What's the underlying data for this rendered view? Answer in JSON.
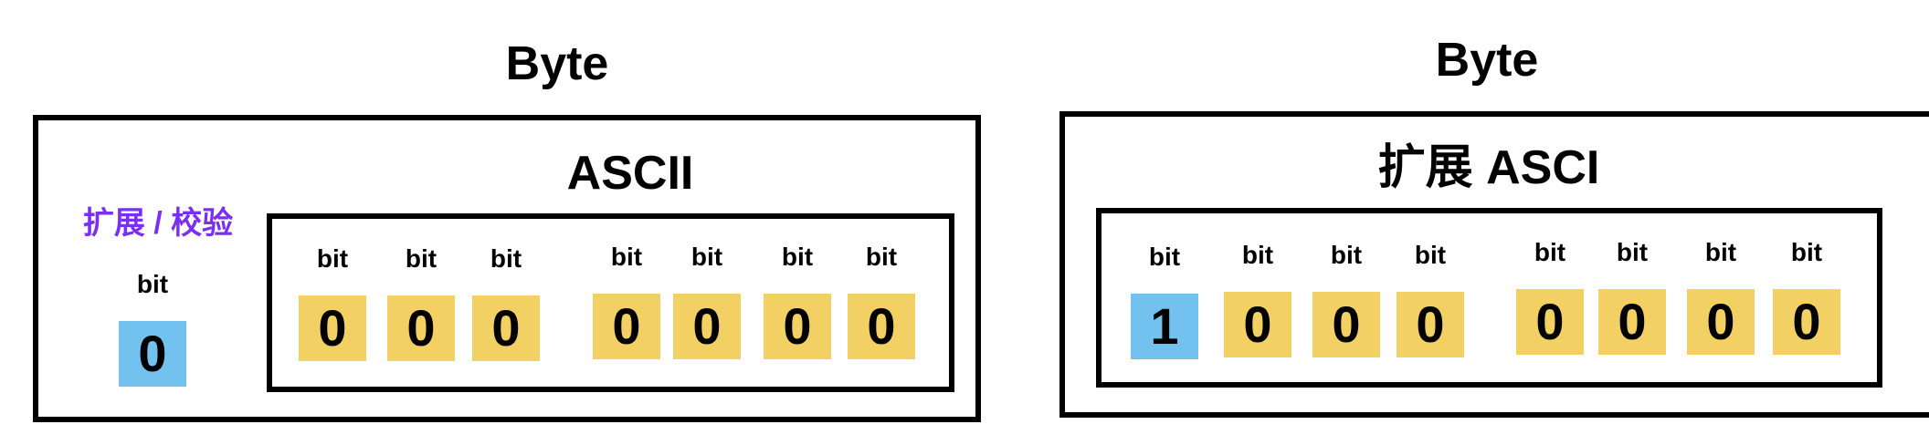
{
  "colors": {
    "bit_yellow": "#F2D064",
    "bit_blue": "#72C1EE",
    "label_purple": "#7B2FF2",
    "border": "#000000"
  },
  "left": {
    "title": "Byte",
    "inner_title": "ASCII",
    "side_label": "扩展 / 校验",
    "side_bit": {
      "label": "bit",
      "value": "0"
    },
    "bits": [
      {
        "label": "bit",
        "value": "0"
      },
      {
        "label": "bit",
        "value": "0"
      },
      {
        "label": "bit",
        "value": "0"
      },
      {
        "label": "bit",
        "value": "0"
      },
      {
        "label": "bit",
        "value": "0"
      },
      {
        "label": "bit",
        "value": "0"
      },
      {
        "label": "bit",
        "value": "0"
      }
    ]
  },
  "right": {
    "title": "Byte",
    "inner_title": "扩展 ASCI",
    "bits": [
      {
        "label": "bit",
        "value": "1"
      },
      {
        "label": "bit",
        "value": "0"
      },
      {
        "label": "bit",
        "value": "0"
      },
      {
        "label": "bit",
        "value": "0"
      },
      {
        "label": "bit",
        "value": "0"
      },
      {
        "label": "bit",
        "value": "0"
      },
      {
        "label": "bit",
        "value": "0"
      },
      {
        "label": "bit",
        "value": "0"
      }
    ]
  }
}
